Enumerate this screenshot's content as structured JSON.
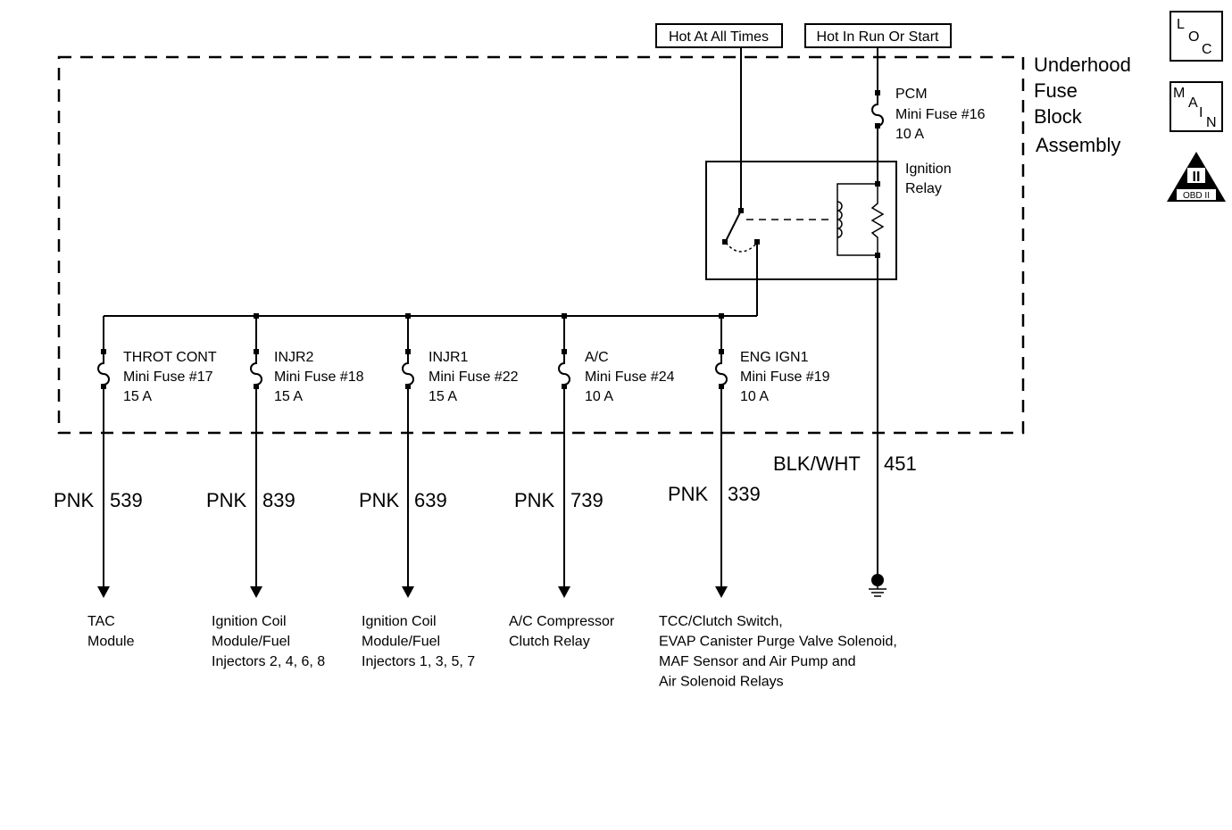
{
  "sources": {
    "hot_at_all_times": "Hot At All Times",
    "hot_in_run_or_start": "Hot In Run Or Start"
  },
  "fuse_block": {
    "title_lines": [
      "Underhood",
      "Fuse",
      "Block",
      "Assembly"
    ]
  },
  "pcm_fuse": {
    "name": "PCM",
    "fuse": "Mini Fuse #16",
    "amps": "10 A"
  },
  "relay": {
    "line1": "Ignition",
    "line2": "Relay"
  },
  "fuses": [
    {
      "name": "THROT CONT",
      "fuse": "Mini Fuse #17",
      "amps": "15 A",
      "wire_color": "PNK",
      "circuit": "539",
      "dest": [
        "TAC",
        "Module"
      ]
    },
    {
      "name": "INJR2",
      "fuse": "Mini Fuse #18",
      "amps": "15 A",
      "wire_color": "PNK",
      "circuit": "839",
      "dest": [
        "Ignition Coil",
        "Module/Fuel",
        "Injectors 2, 4, 6, 8"
      ]
    },
    {
      "name": "INJR1",
      "fuse": "Mini Fuse #22",
      "amps": "15 A",
      "wire_color": "PNK",
      "circuit": "639",
      "dest": [
        "Ignition Coil",
        "Module/Fuel",
        "Injectors 1, 3, 5, 7"
      ]
    },
    {
      "name": "A/C",
      "fuse": "Mini Fuse #24",
      "amps": "10 A",
      "wire_color": "PNK",
      "circuit": "739",
      "dest": [
        "A/C Compressor",
        "Clutch Relay"
      ]
    },
    {
      "name": "ENG IGN1",
      "fuse": "Mini Fuse #19",
      "amps": "10 A",
      "wire_color": "PNK",
      "circuit": "339",
      "dest": [
        "TCC/Clutch Switch,",
        "EVAP Canister Purge Valve Solenoid,",
        "MAF Sensor and Air Pump and",
        "Air Solenoid Relays"
      ]
    }
  ],
  "ground_wire": {
    "color": "BLK/WHT",
    "circuit": "451"
  },
  "badges": {
    "loc": [
      "L",
      "O",
      "C"
    ],
    "main": [
      "M",
      "A",
      "I",
      "N"
    ],
    "obd": {
      "numeral": "II",
      "text": "OBD II"
    }
  }
}
